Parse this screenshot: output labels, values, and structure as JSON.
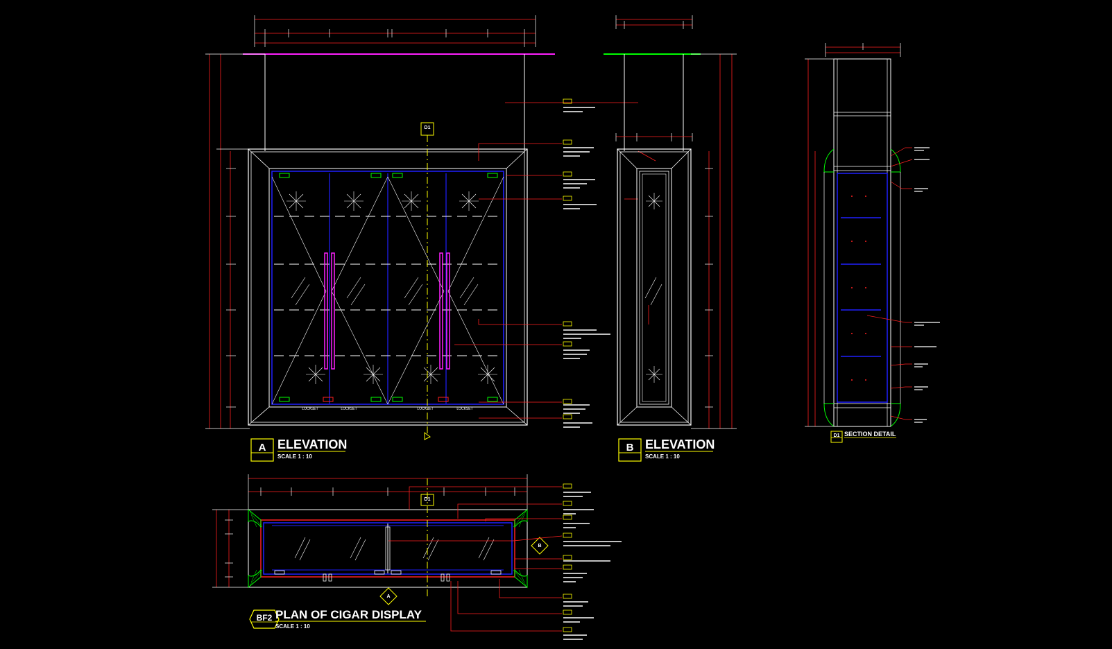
{
  "colors": {
    "background": "#000000",
    "line": "#ffffff",
    "dimension": "#ff2020",
    "title_box": "#ffff00",
    "glass": "#2020ff",
    "handle": "#ff20ff",
    "bracket": "#00ff00",
    "centerline": "#ffff00"
  },
  "titles": {
    "a": {
      "badge": "A",
      "title": "ELEVATION",
      "scale": "SCALE  1 : 10"
    },
    "b": {
      "badge": "B",
      "title": "ELEVATION",
      "scale": "SCALE  1 : 10"
    },
    "d1": {
      "badge": "D1",
      "title": "SECTION DETAIL"
    },
    "bf2": {
      "badge": "BF2",
      "title": "PLAN OF CIGAR DISPLAY",
      "scale": "SCALE  1 : 10"
    }
  },
  "section_tags": {
    "elevation_d1": "D1",
    "plan_d1": "D1",
    "plan_a": "A",
    "plan_b": "B"
  },
  "lock_labels": [
    "LOCKSET",
    "LOCKSET",
    "LOCKSET",
    "LOCKSET"
  ]
}
